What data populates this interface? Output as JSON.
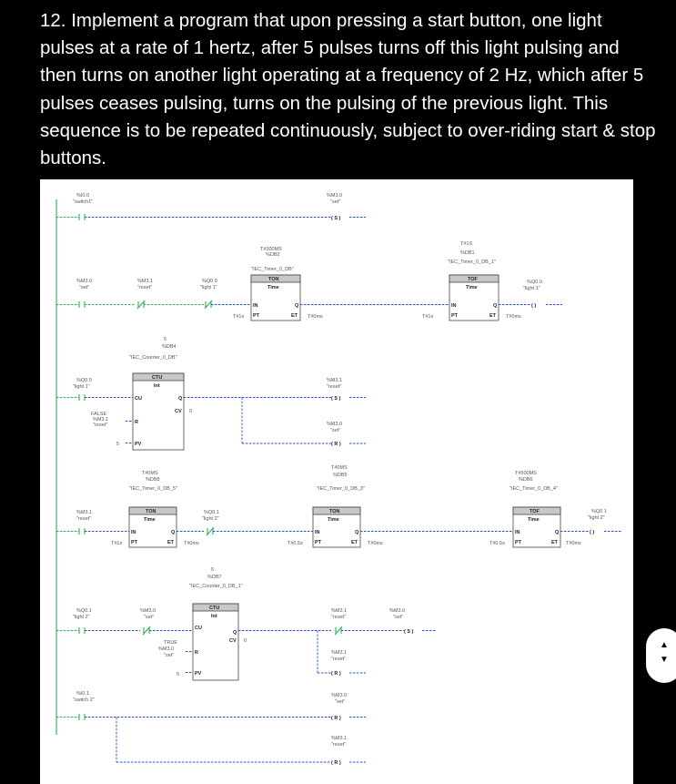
{
  "question": "12. Implement a program that upon pressing a start button, one light pulses at a rate of 1 hertz, after 5 pulses turns off this light pulsing and then turns on another light operating at a frequency of 2 Hz, which after 5 pulses ceases pulsing, turns on the pulsing of the previous light. This sequence is to be repeated continuously, subject to over-riding start & stop buttons.",
  "nav": {
    "up": "▲",
    "down": "▼"
  },
  "ladder": {
    "contacts": [
      {
        "addr": "%I0.0",
        "name": "\"switch1\""
      },
      {
        "addr": "%M3.0",
        "name": "\"set\""
      },
      {
        "addr": "%M3.1",
        "name": "\"reset\""
      },
      {
        "addr": "%Q0.0",
        "name": "\"light 1\""
      },
      {
        "addr": "%Q0.0",
        "name": "\"light 1\""
      },
      {
        "addr": "%M3.1",
        "name": "\"reset\""
      },
      {
        "addr": "%Q0.1",
        "name": "\"light 2\""
      },
      {
        "addr": "%M3.0",
        "name": "\"set\""
      },
      {
        "addr": "%I0.1",
        "name": "\"switch 2\""
      }
    ],
    "coils": [
      {
        "addr": "%M3.0",
        "name": "\"set\"",
        "sym": "( S )"
      },
      {
        "addr": "%Q0.0",
        "name": "\"light 1\"",
        "sym": "( )"
      },
      {
        "addr": "%M3.1",
        "name": "\"reset\"",
        "sym": "( S )"
      },
      {
        "addr": "%M3.0",
        "name": "\"set\"",
        "sym": "( R )"
      },
      {
        "addr": "%Q0.1",
        "name": "\"light 2\"",
        "sym": "( )"
      },
      {
        "addr": "%M3.0",
        "name": "\"set\"",
        "sym": "( S )"
      },
      {
        "addr": "%M3.1",
        "name": "\"reset\"",
        "sym": "( R )"
      },
      {
        "addr": "%M3.0",
        "name": "\"set\"",
        "sym": "( R )"
      },
      {
        "addr": "%M3.1",
        "name": "\"reset\"",
        "sym": "( R )"
      }
    ],
    "timers": [
      {
        "preset": "T#300MS",
        "db": "%DB2",
        "inst": "\"IEC_Timer_0_DB\"",
        "type": "TON",
        "sub": "Time",
        "pt": "T#1s",
        "et": "T#0ms"
      },
      {
        "preset": "T#1S",
        "db": "%DB1",
        "inst": "\"IEC_Timer_0_DB_1\"",
        "type": "TOF",
        "sub": "Time",
        "pt": "T#1s",
        "et": "T#0ms"
      },
      {
        "preset": "T#0MS",
        "db": "%DB8",
        "inst": "\"IEC_Timer_0_DB_5\"",
        "type": "TON",
        "sub": "Time",
        "pt": "T#1s",
        "et": "T#0ms"
      },
      {
        "preset": "T#0MS",
        "db": "%DB5",
        "inst": "\"IEC_Timer_0_DB_3\"",
        "type": "TON",
        "sub": "Time",
        "pt": "T#0.5s",
        "et": "T#0ms"
      },
      {
        "preset": "T#500MS",
        "db": "%DB6",
        "inst": "\"IEC_Timer_0_DB_4\"",
        "type": "TOF",
        "sub": "Time",
        "pt": "T#0.5s",
        "et": "T#0ms"
      }
    ],
    "counters": [
      {
        "pv": "5",
        "db": "%DB4",
        "inst": "\"IEC_Counter_0_DB\"",
        "type": "CTU",
        "sub": "Int",
        "cu": "CU",
        "r": "R",
        "pvpin": "PV",
        "q": "Q",
        "cv": "CV",
        "cvval": "0",
        "rflag": "FALSE",
        "raddr": "%M3.1",
        "rname": "\"reset\""
      },
      {
        "pv": "5",
        "db": "%DB7",
        "inst": "\"IEC_Counter_0_DB_1\"",
        "type": "CTU",
        "sub": "Int",
        "cu": "CU",
        "r": "R",
        "pvpin": "PV",
        "q": "Q",
        "cv": "CV",
        "cvval": "0",
        "rflag": "TRUE",
        "raddr": "%M3.0",
        "rname": "\"set\""
      }
    ],
    "pins": {
      "in": "IN",
      "pt": "PT",
      "q": "Q",
      "et": "ET"
    }
  }
}
